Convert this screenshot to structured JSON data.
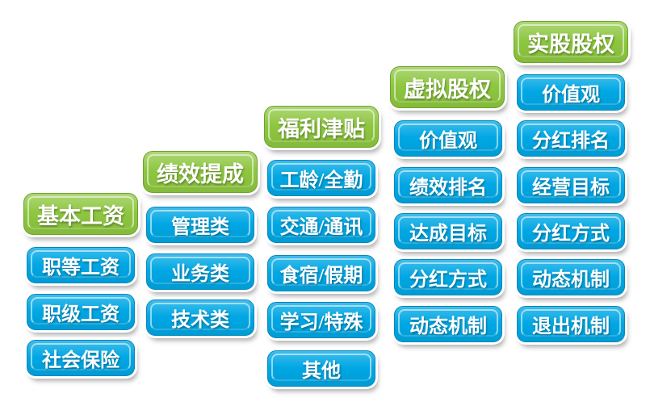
{
  "colors": {
    "header_green": "#8dc63f",
    "item_blue": "#00a7e4",
    "text": "#ffffff",
    "background": "#ffffff"
  },
  "columns": [
    {
      "header": "基本工资",
      "items": [
        "职等工资",
        "职级工资",
        "社会保险"
      ]
    },
    {
      "header": "绩效提成",
      "items": [
        "管理类",
        "业务类",
        "技术类"
      ]
    },
    {
      "header": "福利津贴",
      "items": [
        "工龄/全勤",
        "交通/通讯",
        "食宿/假期",
        "学习/特殊",
        "其他"
      ]
    },
    {
      "header": "虚拟股权",
      "items": [
        "价值观",
        "绩效排名",
        "达成目标",
        "分红方式",
        "动态机制"
      ]
    },
    {
      "header": "实股股权",
      "items": [
        "价值观",
        "分红排名",
        "经营目标",
        "分红方式",
        "动态机制",
        "退出机制"
      ]
    }
  ]
}
